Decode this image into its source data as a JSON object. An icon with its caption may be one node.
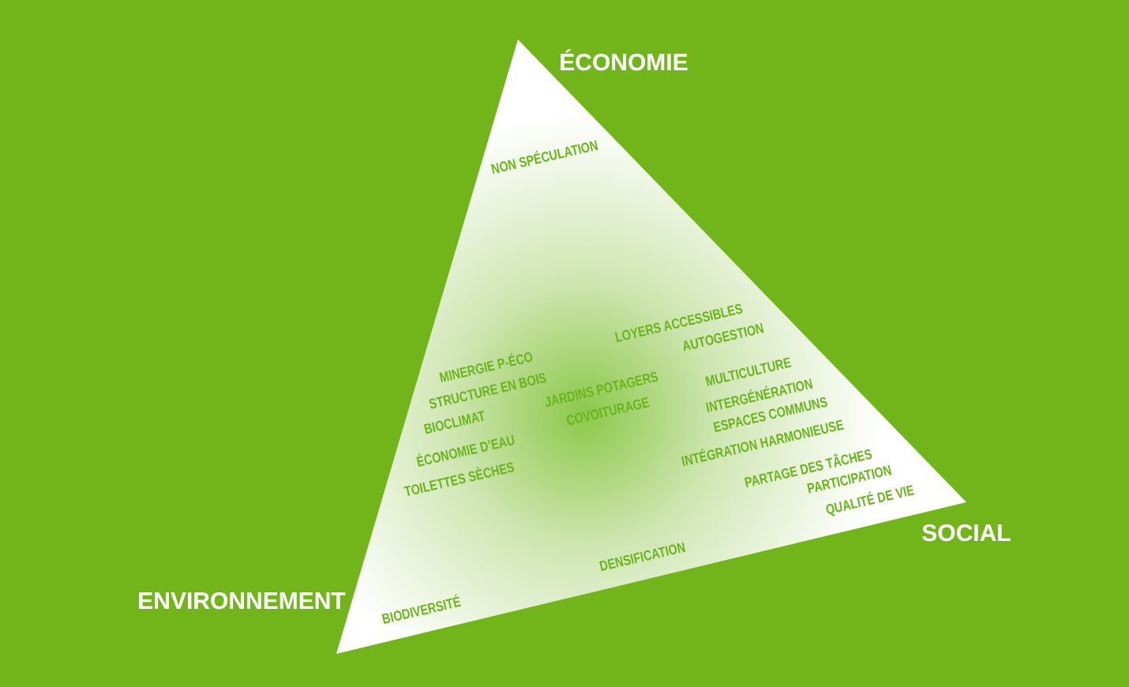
{
  "diagram": {
    "labels": [
      "ÉCONOMIE",
      "NON SPÉCULATION",
      "LOYERS ACCESSIBLES",
      "AUTOGESTION",
      "MINERGIE P-ÉCO",
      "MULTICULTURE",
      "STRUCTURE EN BOIS",
      "JARDINS POTAGERS",
      "INTERGÉNÉRATION",
      "COVOITURAGE",
      "BIOCLIMAT",
      "ESPACES COMMUNS",
      "INTÉGRATION HARMONIEUSE",
      "ÉCONOMIE D’EAU",
      "TOILETTES SÈCHES",
      "PARTAGE DES TÂCHES",
      "PARTICIPATION",
      "QUALITÉ DE VIE",
      "SOCIAL",
      "DENSIFICATION",
      "ENVIRONNEMENT",
      "BIODIVERSITÉ"
    ]
  }
}
